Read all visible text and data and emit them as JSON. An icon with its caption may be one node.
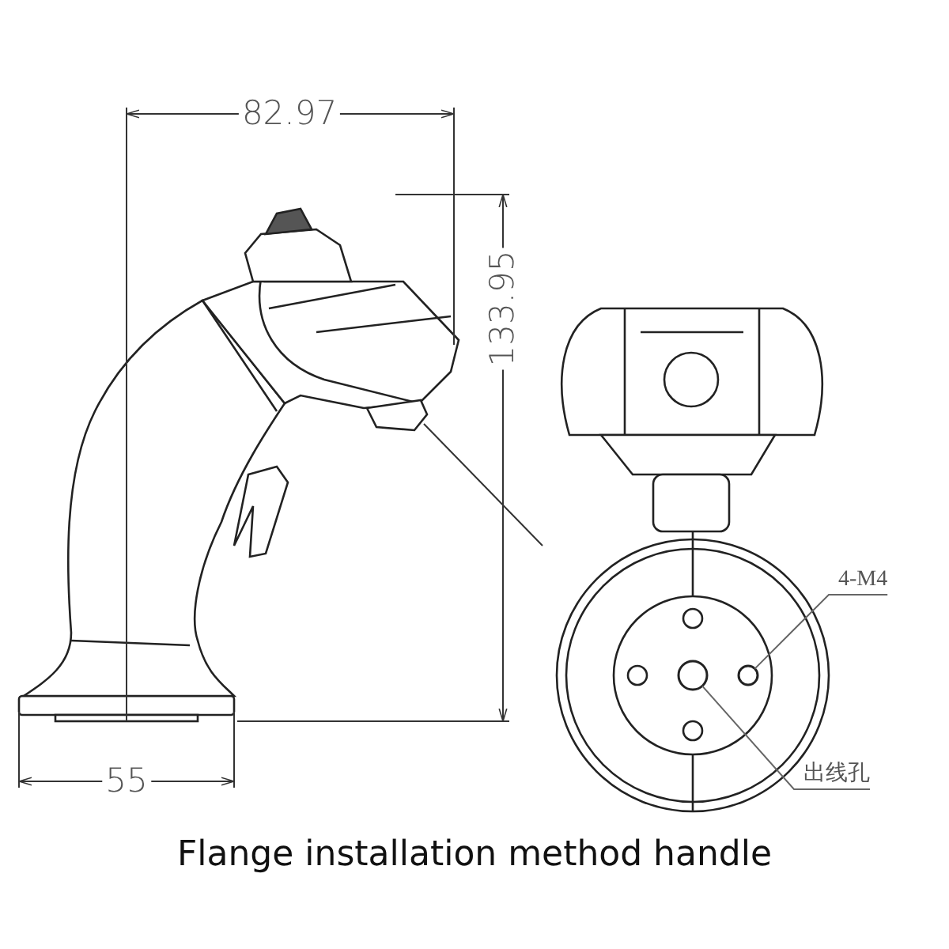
{
  "diagram": {
    "caption": "Flange installation method handle",
    "nodes": [
      {
        "text": [
          "4-M4"
        ]
      },
      {
        "text": [],
        "shape": "circle"
      },
      {
        "text": [
          "出线孔"
        ]
      },
      {
        "text": [],
        "shape": "circle"
      }
    ],
    "edges": [
      {
        "from": 0,
        "to": 3,
        "arrow": "none"
      },
      {
        "from": 2,
        "to": 1,
        "arrow": "none"
      }
    ],
    "labels": [
      "82.97",
      "133.95",
      "55"
    ]
  }
}
